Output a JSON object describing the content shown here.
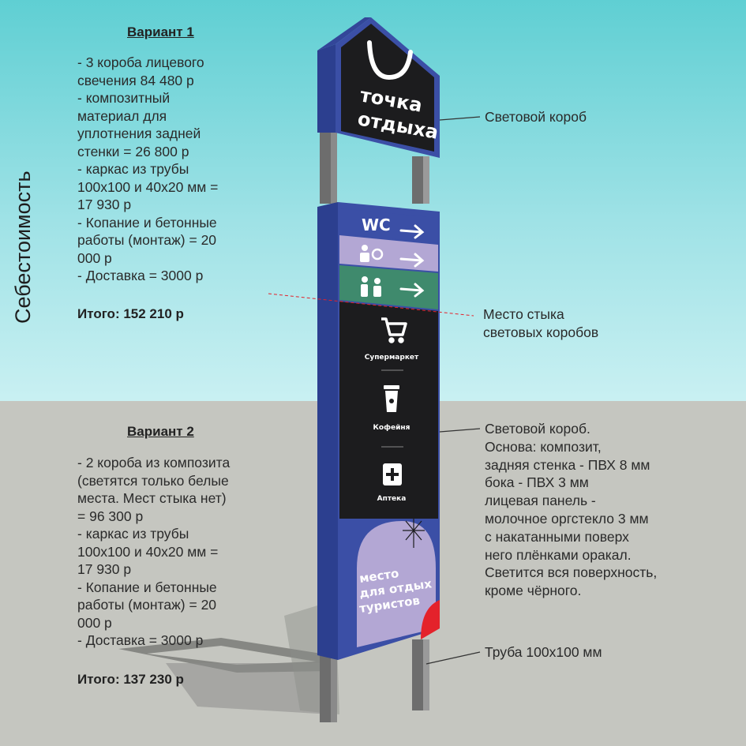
{
  "variant1": {
    "heading": "Вариант 1",
    "lines": [
      "- 3 короба лицевого",
      "свечения 84 480 р",
      "- композитный",
      "материал для",
      "уплотнения задней",
      "стенки = 26 800 р",
      "- каркас из трубы",
      "100х100 и 40х20 мм =",
      "17 930 р",
      "- Копание и бетонные",
      "работы (монтаж) = 20",
      "000 р",
      "- Доставка = 3000 р"
    ],
    "total": "Итого: 152 210 р"
  },
  "variant2": {
    "heading": "Вариант 2",
    "lines": [
      "- 2 короба из композита",
      "(светятся только белые",
      "места. Мест стыка нет)",
      "= 96 300 р",
      "- каркас из трубы",
      "100х100 и 40х20 мм =",
      "17 930 р",
      "- Копание и бетонные",
      "работы (монтаж) = 20",
      "000 р",
      "- Доставка = 3000 р"
    ],
    "total": "Итого: 137 230 р"
  },
  "vertical_label": "Себестоимость",
  "callouts": {
    "top_box": "Световой короб",
    "joint": [
      "Место стыка",
      "световых коробов"
    ],
    "main_box": [
      "Световой короб.",
      "Основа: композит,",
      "задняя стенка - ПВХ 8 мм",
      "бока - ПВХ 3 мм",
      "лицевая панель -",
      "молочное оргстекло 3 мм",
      "с накатанными поверх",
      "него плёнками оракал.",
      "Светится вся поверхность,",
      "кроме чёрного."
    ],
    "pipe": "Труба 100х100 мм"
  },
  "sign": {
    "logo_line1": "точка",
    "logo_line2": "отдыха",
    "wc_label": "WC",
    "store_label": "Супермаркет",
    "cafe_label": "Кофейня",
    "pharmacy_label": "Аптека",
    "blob_line1": "место",
    "blob_line2": "для отдых",
    "blob_line3": "туристов"
  },
  "colors": {
    "blue": "#3b4fa6",
    "lilac": "#b3a7d4",
    "green": "#3f8a6d",
    "black": "#1c1c1e",
    "red": "#e4222b",
    "pipe": "#7a7a7a"
  }
}
